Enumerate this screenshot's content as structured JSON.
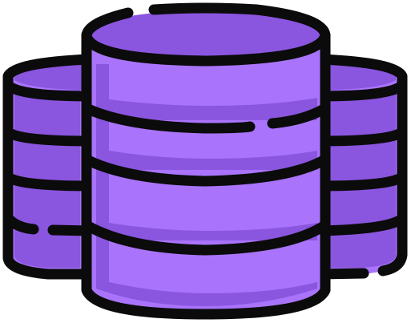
{
  "icon": {
    "name": "database-servers-icon",
    "colors": {
      "fill": "#a974fb",
      "shade": "#8a55df",
      "highlight": "#bb8cff",
      "outline": "#0b0b0b",
      "background": "#ffffff"
    },
    "cylinders": [
      {
        "name": "left-database-cylinder",
        "segments": 4
      },
      {
        "name": "right-database-cylinder",
        "segments": 4
      },
      {
        "name": "center-database-cylinder",
        "segments": 4
      }
    ]
  }
}
